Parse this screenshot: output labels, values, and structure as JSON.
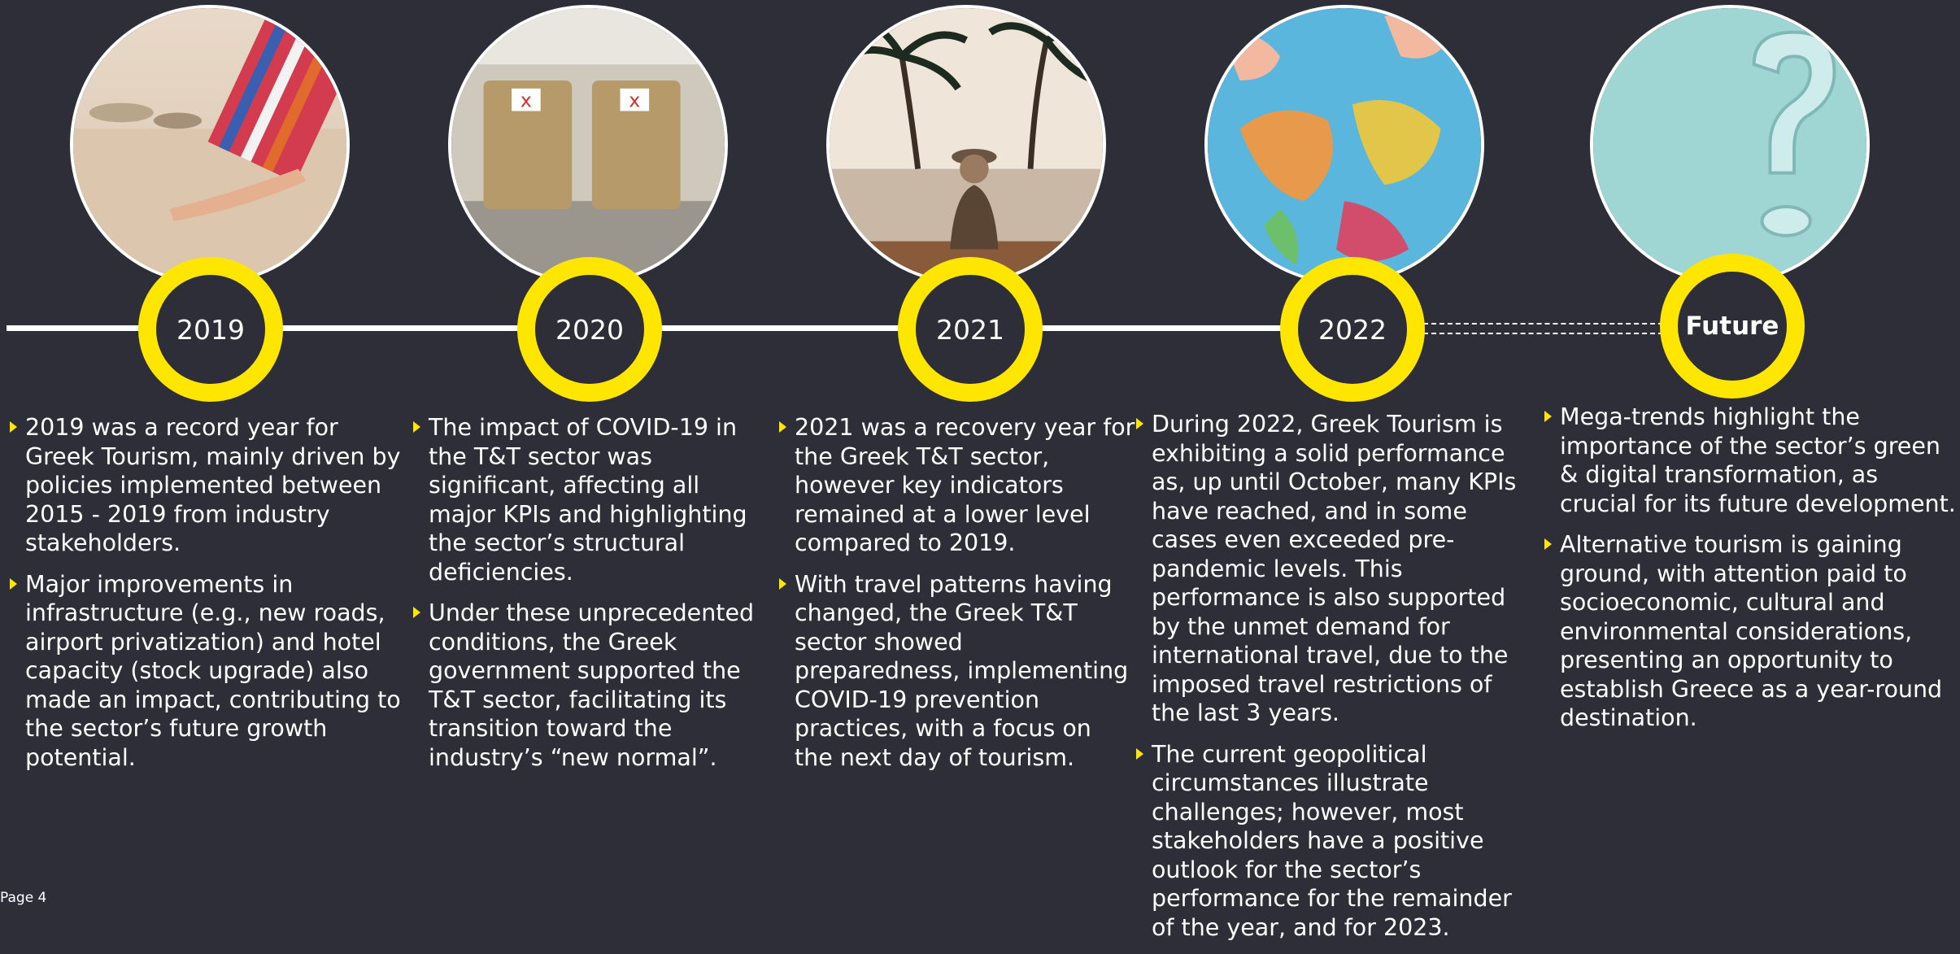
{
  "timeline": [
    {
      "year": "2019",
      "photo_icon": "beach-lounger-photo",
      "bullets": [
        "2019 was a record year for Greek Tourism, mainly driven by policies implemented between 2015 - 2019 from industry stakeholders.",
        "Major improvements in infrastructure (e.g., new roads, airport privatization) and hotel capacity (stock upgrade) also made an impact, contributing to the sector’s future growth potential."
      ]
    },
    {
      "year": "2020",
      "photo_icon": "empty-airport-seats-photo",
      "bullets": [
        "The impact of COVID-19 in the T&T sector was significant, affecting all major KPIs and highlighting the sector’s structural deficiencies.",
        "Under these unprecedented conditions, the Greek government supported the T&T sector, facilitating its transition toward the industry’s “new normal”."
      ]
    },
    {
      "year": "2021",
      "photo_icon": "palm-pool-traveler-photo",
      "bullets": [
        "2021 was a recovery year for the Greek T&T sector, however key indicators remained at a lower level compared to 2019.",
        "With travel patterns having changed, the Greek T&T sector showed preparedness, implementing COVID-19 prevention practices, with a focus on the next day of tourism."
      ]
    },
    {
      "year": "2022",
      "photo_icon": "hands-on-globe-photo",
      "bullets": [
        "During 2022, Greek Tourism is exhibiting a solid performance as, up until October, many KPIs have reached, and in some cases even exceeded pre-pandemic levels. This performance is also supported by the unmet demand for international travel, due to the imposed travel restrictions of the last 3 years.",
        "The current geopolitical circumstances illustrate challenges; however, most stakeholders have a positive outlook for the sector’s performance for the remainder of the year, and for 2023."
      ]
    },
    {
      "year": "Future",
      "photo_icon": "question-mark-photo",
      "bullets": [
        "Mega-trends highlight the importance of the sector’s green & digital transformation, as crucial for its future development.",
        "Alternative tourism is gaining ground, with attention paid to socioeconomic, cultural and environmental considerations, presenting an opportunity to establish Greece as a year-round destination."
      ]
    }
  ],
  "page_label": "Page 4",
  "colors": {
    "background": "#2e2e38",
    "accent": "#ffe600",
    "text": "#ffffff"
  }
}
